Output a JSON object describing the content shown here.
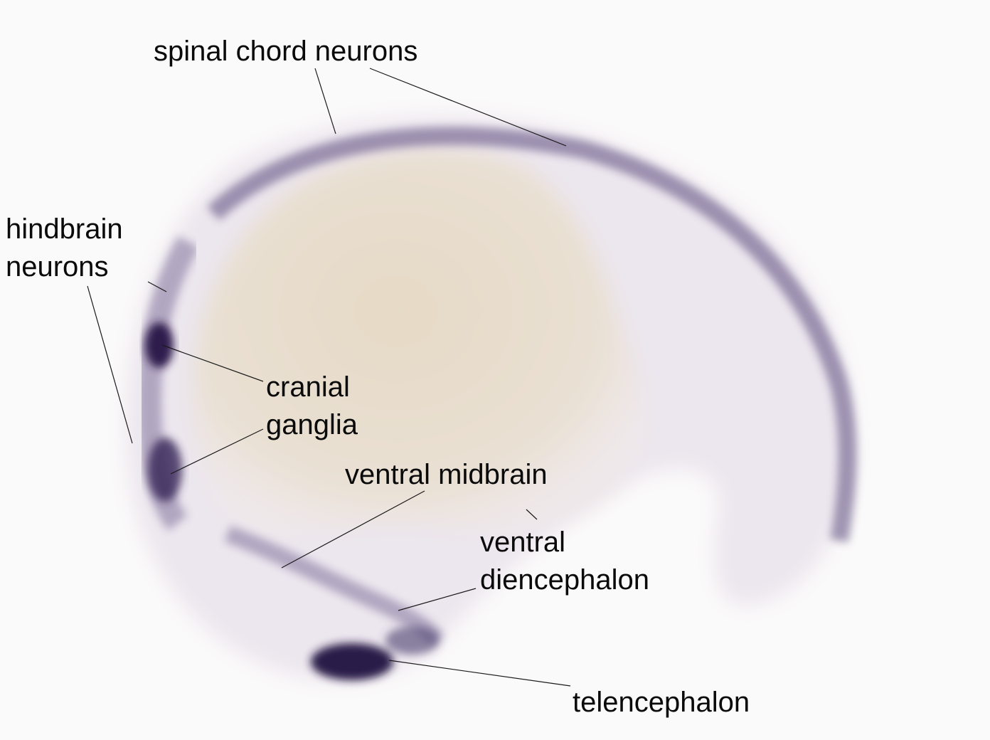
{
  "colors": {
    "background": "#fbfafa",
    "yolk": "#e9dfd0",
    "tissue": "#ece7ee",
    "stain": "#3a2a5c",
    "text": "#0a0a0a",
    "leader_line": "#1a1a1a"
  },
  "image_subject": {
    "labels": {
      "spinal_chord": [
        "spinal chord neurons"
      ],
      "hindbrain": [
        "hindbrain",
        "neurons"
      ],
      "cranial_ganglia": [
        "cranial",
        "ganglia"
      ],
      "ventral_midbrain": [
        "ventral midbrain"
      ],
      "ventral_diencephalon": [
        "ventral",
        "diencephalon"
      ],
      "telencephalon": [
        "telencephalon"
      ]
    }
  }
}
